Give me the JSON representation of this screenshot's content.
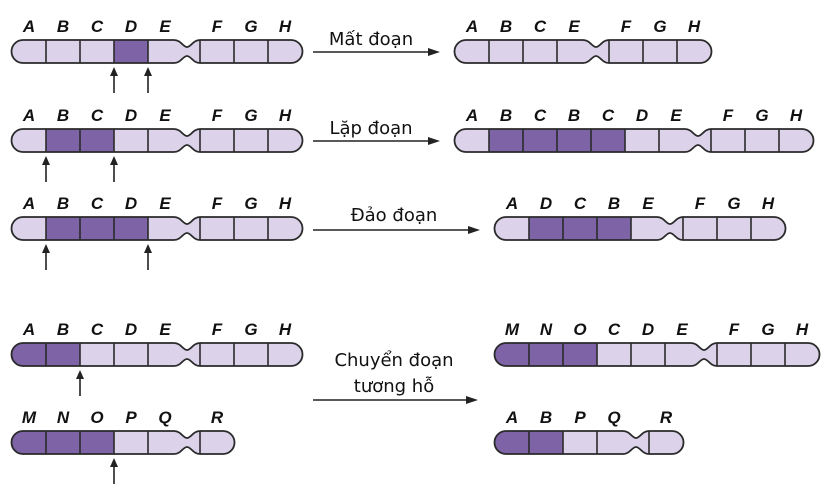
{
  "colors": {
    "segment_dark": "#7e63a7",
    "segment_light": "#dcd3eb",
    "outline": "#2a2a2a",
    "arrow": "#222222"
  },
  "rows": [
    {
      "id": "deletion",
      "operation_label": [
        "Mất đoạn"
      ],
      "before": [
        {
          "segments": [
            {
              "label": "A",
              "dark": false
            },
            {
              "label": "B",
              "dark": false
            },
            {
              "label": "C",
              "dark": false
            },
            {
              "label": "D",
              "dark": true
            },
            {
              "label": "E",
              "dark": false,
              "centromere": true
            },
            {
              "label": "F",
              "dark": false
            },
            {
              "label": "G",
              "dark": false
            },
            {
              "label": "H",
              "dark": false
            }
          ],
          "breakpoints_after_index": [
            2,
            3
          ]
        }
      ],
      "after": [
        {
          "segments": [
            {
              "label": "A",
              "dark": false
            },
            {
              "label": "B",
              "dark": false
            },
            {
              "label": "C",
              "dark": false
            },
            {
              "label": "E",
              "dark": false,
              "centromere": true
            },
            {
              "label": "F",
              "dark": false
            },
            {
              "label": "G",
              "dark": false
            },
            {
              "label": "H",
              "dark": false
            }
          ]
        }
      ]
    },
    {
      "id": "duplication",
      "operation_label": [
        "Lặp đoạn"
      ],
      "before": [
        {
          "segments": [
            {
              "label": "A",
              "dark": false
            },
            {
              "label": "B",
              "dark": true
            },
            {
              "label": "C",
              "dark": true
            },
            {
              "label": "D",
              "dark": false
            },
            {
              "label": "E",
              "dark": false,
              "centromere": true
            },
            {
              "label": "F",
              "dark": false
            },
            {
              "label": "G",
              "dark": false
            },
            {
              "label": "H",
              "dark": false
            }
          ],
          "breakpoints_after_index": [
            0,
            2
          ]
        }
      ],
      "after": [
        {
          "segments": [
            {
              "label": "A",
              "dark": false
            },
            {
              "label": "B",
              "dark": true
            },
            {
              "label": "C",
              "dark": true
            },
            {
              "label": "B",
              "dark": true
            },
            {
              "label": "C",
              "dark": true
            },
            {
              "label": "D",
              "dark": false
            },
            {
              "label": "E",
              "dark": false,
              "centromere": true
            },
            {
              "label": "F",
              "dark": false
            },
            {
              "label": "G",
              "dark": false
            },
            {
              "label": "H",
              "dark": false
            }
          ]
        }
      ]
    },
    {
      "id": "inversion",
      "operation_label": [
        "Đảo đoạn"
      ],
      "before": [
        {
          "segments": [
            {
              "label": "A",
              "dark": false
            },
            {
              "label": "B",
              "dark": true
            },
            {
              "label": "C",
              "dark": true
            },
            {
              "label": "D",
              "dark": true
            },
            {
              "label": "E",
              "dark": false,
              "centromere": true
            },
            {
              "label": "F",
              "dark": false
            },
            {
              "label": "G",
              "dark": false
            },
            {
              "label": "H",
              "dark": false
            }
          ],
          "breakpoints_after_index": [
            0,
            3
          ]
        }
      ],
      "after": [
        {
          "segments": [
            {
              "label": "A",
              "dark": false
            },
            {
              "label": "D",
              "dark": true
            },
            {
              "label": "C",
              "dark": true
            },
            {
              "label": "B",
              "dark": true
            },
            {
              "label": "E",
              "dark": false,
              "centromere": true
            },
            {
              "label": "F",
              "dark": false
            },
            {
              "label": "G",
              "dark": false
            },
            {
              "label": "H",
              "dark": false
            }
          ]
        }
      ]
    },
    {
      "id": "reciprocal-translocation",
      "operation_label": [
        "Chuyển đoạn",
        "tương hỗ"
      ],
      "before": [
        {
          "segments": [
            {
              "label": "A",
              "dark": true
            },
            {
              "label": "B",
              "dark": true
            },
            {
              "label": "C",
              "dark": false
            },
            {
              "label": "D",
              "dark": false
            },
            {
              "label": "E",
              "dark": false,
              "centromere": true
            },
            {
              "label": "F",
              "dark": false
            },
            {
              "label": "G",
              "dark": false
            },
            {
              "label": "H",
              "dark": false
            }
          ],
          "breakpoints_after_index": [
            1
          ]
        },
        {
          "segments": [
            {
              "label": "M",
              "dark": true
            },
            {
              "label": "N",
              "dark": true
            },
            {
              "label": "O",
              "dark": true
            },
            {
              "label": "P",
              "dark": false
            },
            {
              "label": "Q",
              "dark": false,
              "centromere": true
            },
            {
              "label": "R",
              "dark": false
            }
          ],
          "breakpoints_after_index": [
            2
          ]
        }
      ],
      "after": [
        {
          "segments": [
            {
              "label": "M",
              "dark": true
            },
            {
              "label": "N",
              "dark": true
            },
            {
              "label": "O",
              "dark": true
            },
            {
              "label": "C",
              "dark": false
            },
            {
              "label": "D",
              "dark": false
            },
            {
              "label": "E",
              "dark": false,
              "centromere": true
            },
            {
              "label": "F",
              "dark": false
            },
            {
              "label": "G",
              "dark": false
            },
            {
              "label": "H",
              "dark": false
            }
          ]
        },
        {
          "segments": [
            {
              "label": "A",
              "dark": true
            },
            {
              "label": "B",
              "dark": true
            },
            {
              "label": "P",
              "dark": false
            },
            {
              "label": "Q",
              "dark": false,
              "centromere": true
            },
            {
              "label": "R",
              "dark": false
            }
          ]
        }
      ]
    }
  ]
}
